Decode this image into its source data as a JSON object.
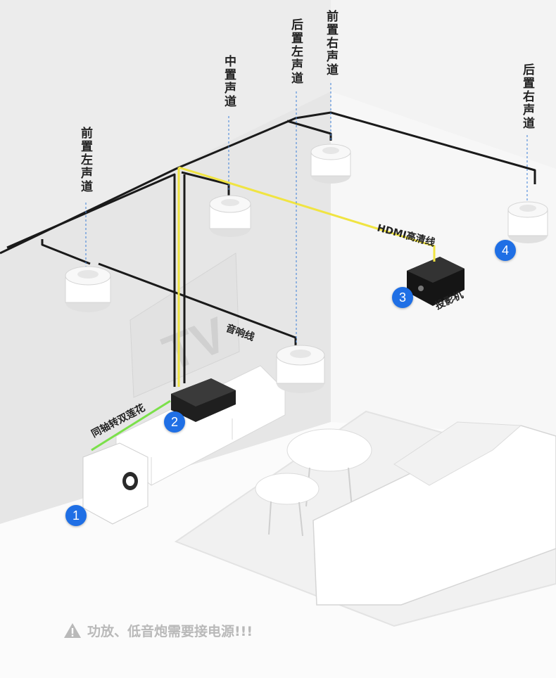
{
  "labels": {
    "front_left": "前置左声道",
    "center": "中置声道",
    "rear_left": "后置左声道",
    "front_right": "前置右声道",
    "rear_right": "后置右声道",
    "hdmi": "HDMI高清线",
    "projector": "投影机",
    "speaker_wire": "音响线",
    "coax": "同轴转双莲花",
    "tv": "TV"
  },
  "badges": [
    "1",
    "2",
    "3",
    "4"
  ],
  "warning": "功放、低音炮需要接电源!!!",
  "colors": {
    "badge": "#1f6fe5",
    "speaker_wire": "#1a1a1a",
    "hdmi_wire": "#f0e442",
    "coax_wire": "#7be04a",
    "warning_text": "#b9b9b9"
  },
  "icons": [
    "warning-triangle-icon"
  ]
}
